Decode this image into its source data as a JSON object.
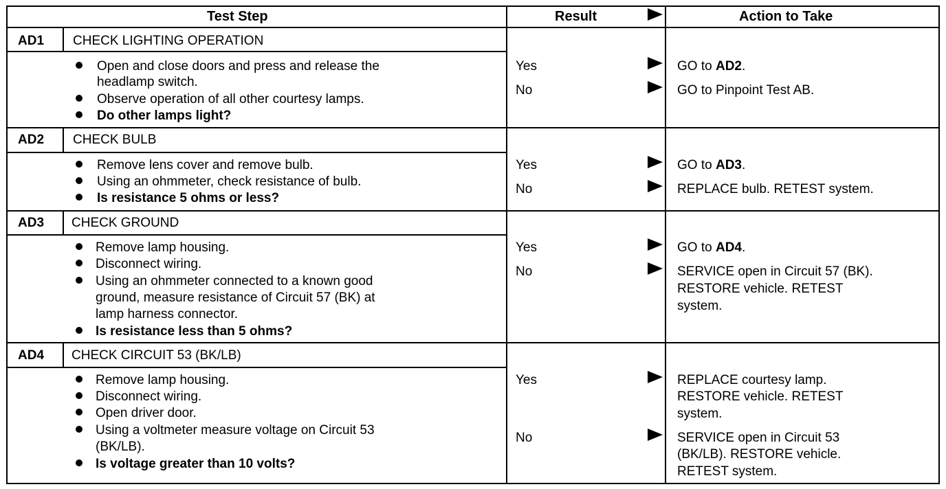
{
  "header": {
    "test_step": "Test Step",
    "result": "Result",
    "action": "Action to Take",
    "arrow_icon": "right-triangle-arrow"
  },
  "steps": [
    {
      "code": "AD1",
      "title": "CHECK LIGHTING OPERATION",
      "bullets": [
        "Open and close doors and press and release the",
        "headlamp switch.",
        "Observe operation of all other courtesy lamps.",
        "Do other lamps light?"
      ],
      "results": [
        {
          "label": "Yes",
          "action_prefix": "GO to ",
          "action_bold": "AD2",
          "action_suffix": "."
        },
        {
          "label": "No",
          "action_prefix": "GO to Pinpoint Test AB."
        }
      ]
    },
    {
      "code": "AD2",
      "title": "CHECK BULB",
      "bullets": [
        "Remove lens cover and remove bulb.",
        "Using an ohmmeter, check resistance of bulb.",
        "Is resistance 5 ohms or less?"
      ],
      "results": [
        {
          "label": "Yes",
          "action_prefix": "GO to ",
          "action_bold": "AD3",
          "action_suffix": "."
        },
        {
          "label": "No",
          "action_prefix": "REPLACE bulb. RETEST system."
        }
      ]
    },
    {
      "code": "AD3",
      "title": "CHECK GROUND",
      "bullets": [
        "Remove lamp housing.",
        "Disconnect wiring.",
        "Using an ohmmeter connected to a known good",
        "ground, measure resistance of Circuit 57 (BK) at",
        "lamp harness connector.",
        "Is resistance less than 5 ohms?"
      ],
      "results": [
        {
          "label": "Yes",
          "action_prefix": "GO to ",
          "action_bold": "AD4",
          "action_suffix": "."
        },
        {
          "label": "No",
          "action_lines": [
            "SERVICE open in Circuit 57 (BK).",
            "RESTORE vehicle. RETEST",
            "system."
          ]
        }
      ]
    },
    {
      "code": "AD4",
      "title": "CHECK CIRCUIT 53 (BK/LB)",
      "bullets": [
        "Remove lamp housing.",
        "Disconnect wiring.",
        "Open driver door.",
        "Using a voltmeter measure voltage on Circuit 53",
        "(BK/LB).",
        "Is voltage greater than 10 volts?"
      ],
      "results": [
        {
          "label": "Yes",
          "action_lines": [
            "REPLACE courtesy lamp.",
            "RESTORE vehicle. RETEST",
            "system."
          ]
        },
        {
          "label": "No",
          "action_lines": [
            "SERVICE open in Circuit 53",
            "(BK/LB). RESTORE vehicle.",
            "RETEST system."
          ]
        }
      ]
    }
  ]
}
